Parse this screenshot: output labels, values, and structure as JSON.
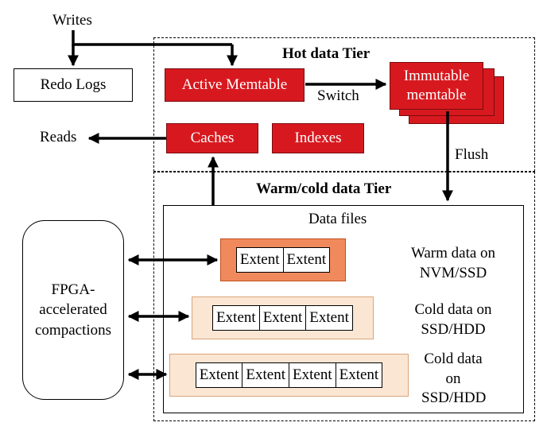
{
  "labels": {
    "writes": "Writes",
    "reads": "Reads",
    "switch": "Switch",
    "flush": "Flush",
    "redo_logs": "Redo Logs",
    "hot_tier": "Hot data Tier",
    "warm_cold_tier": "Warm/cold data Tier",
    "active_memtable": "Active Memtable",
    "immutable_memtable": "Immutable memtable",
    "caches": "Caches",
    "indexes": "Indexes",
    "data_files": "Data files",
    "fpga": "FPGA-accelerated compactions",
    "extent": "Extent",
    "warm_nvm": "Warm data on NVM/SSD",
    "cold_ssd_1": "Cold data on SSD/HDD",
    "cold_ssd_2": "Cold data on SSD/HDD"
  },
  "colors": {
    "red": "#d7191f",
    "orange_fill": "#f08a5d",
    "orange_border": "#c0501f",
    "cream_fill": "#fbe6d4",
    "cream_border": "#d9a57a"
  }
}
